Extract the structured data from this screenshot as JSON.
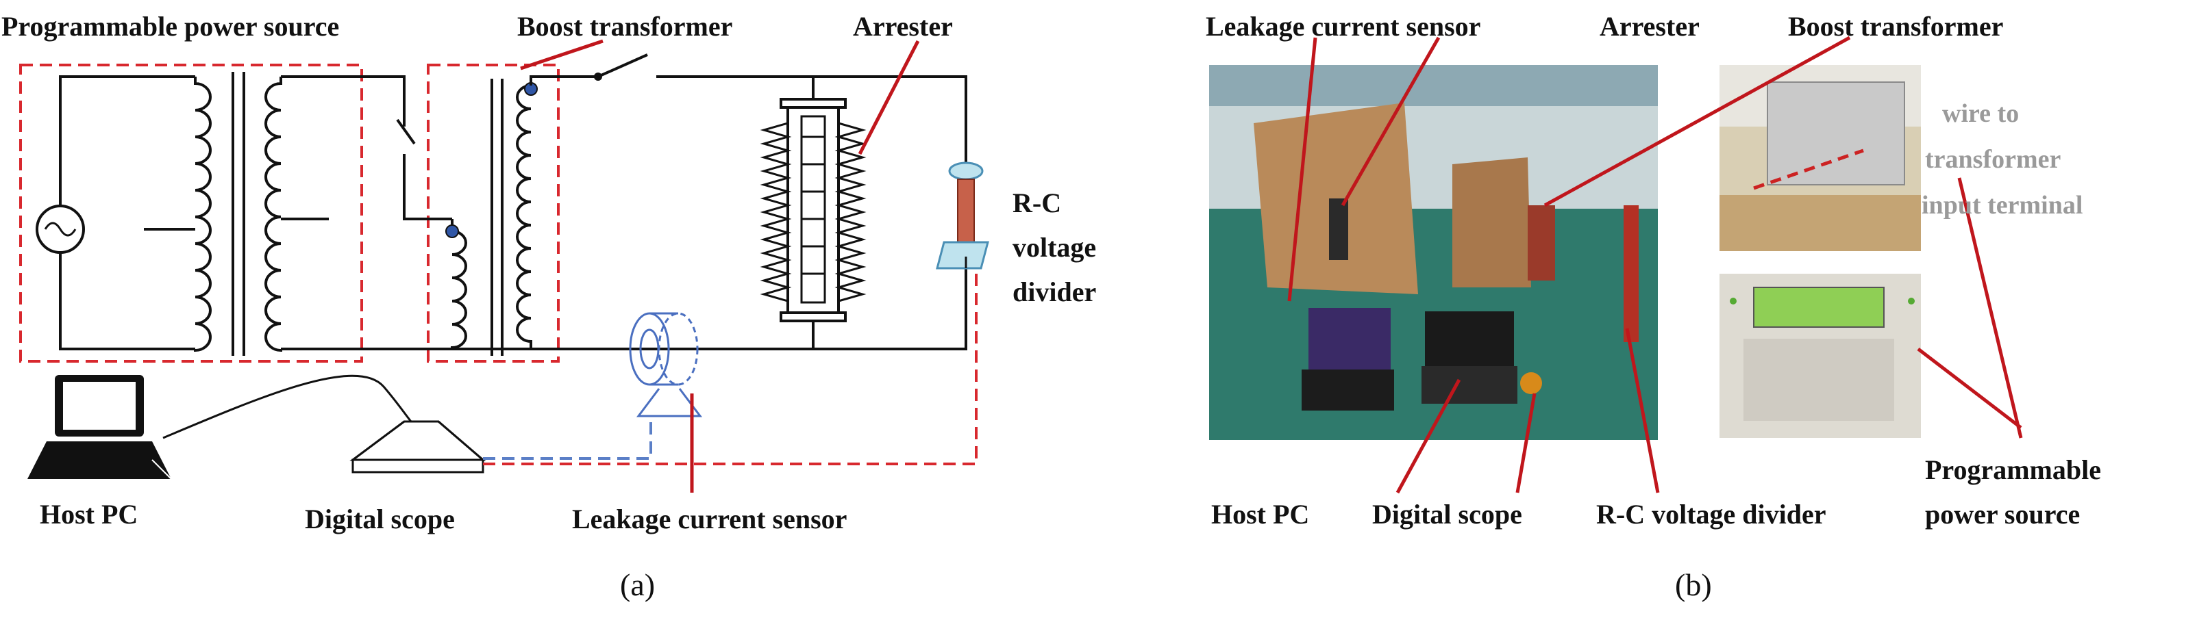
{
  "panel_a": {
    "labels": {
      "power_source": "Programmable power source",
      "boost_transformer": "Boost transformer",
      "arrester": "Arrester",
      "rc_line1": "R-C",
      "rc_line2": "voltage",
      "rc_line3": "divider",
      "host_pc": "Host PC",
      "digital_scope": "Digital scope",
      "leakage_sensor": "Leakage current sensor"
    },
    "caption": "(a)"
  },
  "panel_b": {
    "labels": {
      "leakage_sensor": "Leakage current sensor",
      "arrester": "Arrester",
      "boost_transformer": "Boost transformer",
      "wire_line1": "wire to",
      "wire_line2": "transformer",
      "wire_line3": "input terminal",
      "host_pc": "Host PC",
      "digital_scope": "Digital scope",
      "rc_divider": "R-C voltage divider",
      "power_line1": "Programmable",
      "power_line2": "power source"
    },
    "caption": "(b)"
  },
  "colors": {
    "red": "#c0161c",
    "blue": "#4a6fc0",
    "text": "#111111",
    "grey": "#9a9a9a"
  }
}
